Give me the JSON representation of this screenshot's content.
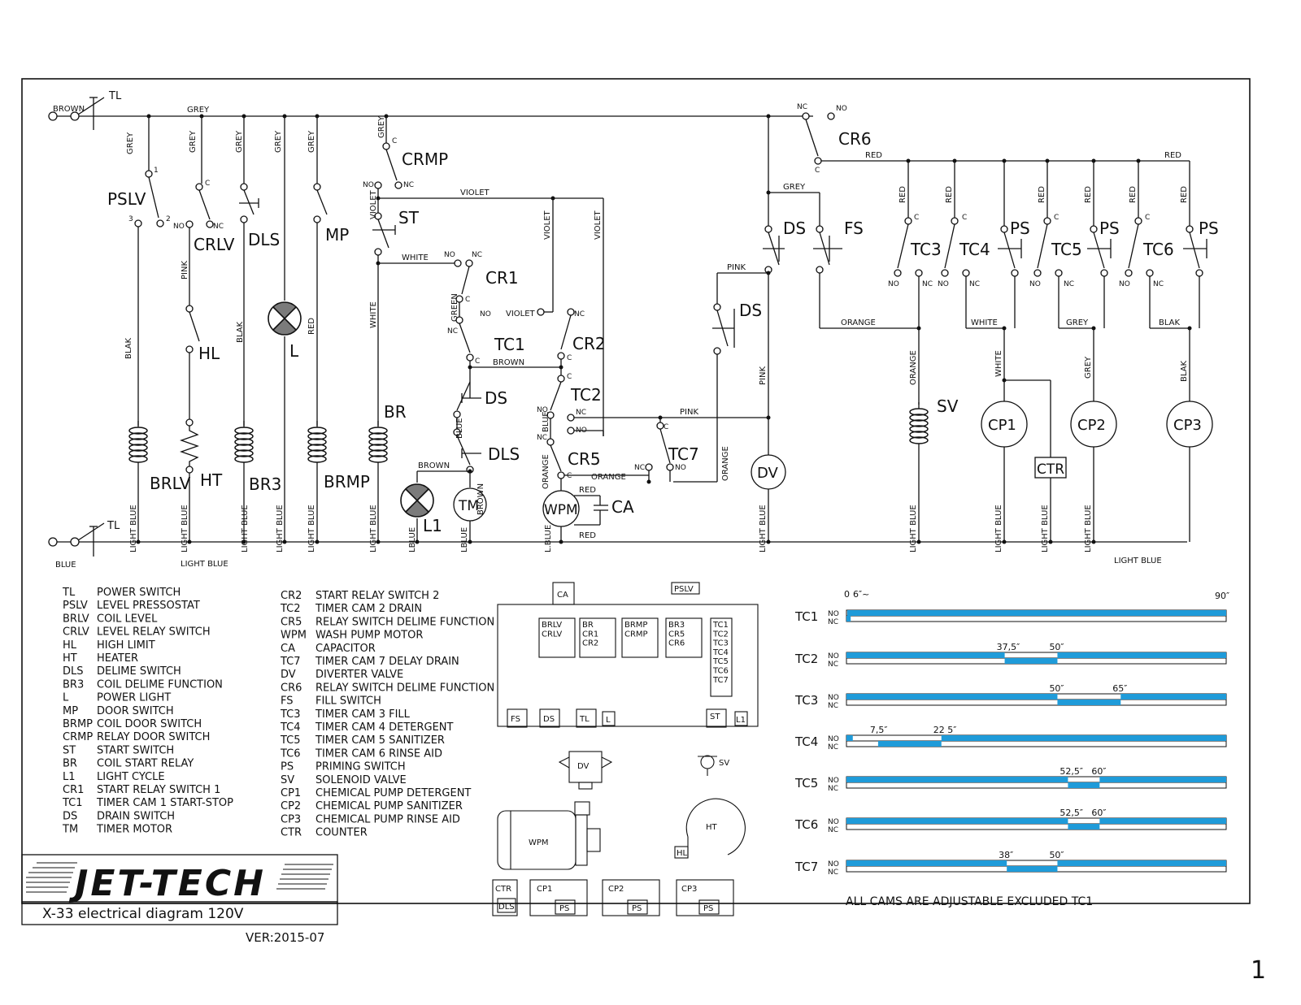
{
  "title": "X-33 electrical diagram 120V",
  "version": "VER:2015-07",
  "page_number": "1",
  "logo_text": "JET-TECH",
  "colors": {
    "timing_bar": "#1f9bd9",
    "line": "#111111"
  },
  "wires": {
    "brown": "BROWN",
    "grey": "GREY",
    "blue": "BLUE",
    "light_blue": "LIGHT BLUE",
    "blak": "BLAK",
    "pink": "PINK",
    "red": "RED",
    "white": "WHITE",
    "violet": "VIOLET",
    "green": "GREEN",
    "orange": "ORANGE",
    "lblue": "L.BLUE",
    "lblue2": "LBLUE"
  },
  "terminals": {
    "nc": "NC",
    "no": "NO",
    "c": "C",
    "one": "1",
    "two": "2",
    "three": "3"
  },
  "components": {
    "tl": "TL",
    "pslv": "PSLV",
    "crlv": "CRLV",
    "dls": "DLS",
    "mp": "MP",
    "crmp": "CRMP",
    "st": "ST",
    "cr1": "CR1",
    "tc1": "TC1",
    "cr2": "CR2",
    "tc2": "TC2",
    "cr5": "CR5",
    "tc7": "TC7",
    "ds": "DS",
    "fs": "FS",
    "cr6": "CR6",
    "tc3": "TC3",
    "tc4": "TC4",
    "tc5": "TC5",
    "tc6": "TC6",
    "ps": "PS",
    "hl": "HL",
    "l": "L",
    "br": "BR",
    "brlv": "BRLV",
    "ht": "HT",
    "br3": "BR3",
    "brmp": "BRMP",
    "l1": "L1",
    "tm": "TM",
    "wpm": "WPM",
    "ca": "CA",
    "dv": "DV",
    "sv": "SV",
    "cp1": "CP1",
    "cp2": "CP2",
    "cp3": "CP3",
    "ctr": "CTR"
  },
  "legend_left": [
    {
      "code": "TL",
      "desc": "POWER SWITCH"
    },
    {
      "code": "PSLV",
      "desc": "LEVEL PRESSOSTAT"
    },
    {
      "code": "BRLV",
      "desc": "COIL LEVEL"
    },
    {
      "code": "CRLV",
      "desc": "LEVEL RELAY SWITCH"
    },
    {
      "code": "HL",
      "desc": "HIGH LIMIT"
    },
    {
      "code": "HT",
      "desc": "HEATER"
    },
    {
      "code": "DLS",
      "desc": "DELIME SWITCH"
    },
    {
      "code": "BR3",
      "desc": "COIL DELIME FUNCTION"
    },
    {
      "code": "L",
      "desc": "POWER LIGHT"
    },
    {
      "code": "MP",
      "desc": "DOOR SWITCH"
    },
    {
      "code": "BRMP",
      "desc": "COIL DOOR SWITCH"
    },
    {
      "code": "CRMP",
      "desc": "RELAY DOOR SWITCH"
    },
    {
      "code": "ST",
      "desc": "START SWITCH"
    },
    {
      "code": "BR",
      "desc": "COIL START RELAY"
    },
    {
      "code": "L1",
      "desc": "LIGHT CYCLE"
    },
    {
      "code": "CR1",
      "desc": "START RELAY SWITCH 1"
    },
    {
      "code": "TC1",
      "desc": "TIMER CAM 1 START-STOP"
    },
    {
      "code": "DS",
      "desc": "DRAIN SWITCH"
    },
    {
      "code": "TM",
      "desc": "TIMER MOTOR"
    }
  ],
  "legend_right": [
    {
      "code": "CR2",
      "desc": "START RELAY SWITCH 2"
    },
    {
      "code": "TC2",
      "desc": "TIMER CAM 2 DRAIN"
    },
    {
      "code": "CR5",
      "desc": "RELAY SWITCH DELIME FUNCTION"
    },
    {
      "code": "WPM",
      "desc": "WASH PUMP MOTOR"
    },
    {
      "code": "CA",
      "desc": "CAPACITOR"
    },
    {
      "code": "TC7",
      "desc": "TIMER CAM 7 DELAY DRAIN"
    },
    {
      "code": "DV",
      "desc": "DIVERTER VALVE"
    },
    {
      "code": "CR6",
      "desc": "RELAY SWITCH DELIME FUNCTION"
    },
    {
      "code": "FS",
      "desc": "FILL SWITCH"
    },
    {
      "code": "TC3",
      "desc": "TIMER CAM 3 FILL"
    },
    {
      "code": "TC4",
      "desc": "TIMER CAM 4 DETERGENT"
    },
    {
      "code": "TC5",
      "desc": "TIMER CAM 5 SANITIZER"
    },
    {
      "code": "TC6",
      "desc": "TIMER CAM 6 RINSE AID"
    },
    {
      "code": "PS",
      "desc": "PRIMING SWITCH"
    },
    {
      "code": "SV",
      "desc": "SOLENOID VALVE"
    },
    {
      "code": "CP1",
      "desc": "CHEMICAL PUMP DETERGENT"
    },
    {
      "code": "CP2",
      "desc": "CHEMICAL PUMP SANITIZER"
    },
    {
      "code": "CP3",
      "desc": "CHEMICAL PUMP RINSE AID"
    },
    {
      "code": "CTR",
      "desc": "COUNTER"
    }
  ],
  "layout_labels": {
    "ca": "CA",
    "pslv": "PSLV",
    "boxes": [
      [
        "BRLV",
        "CRLV"
      ],
      [
        "BR",
        "CR1",
        "CR2"
      ],
      [
        "BRMP",
        "CRMP"
      ],
      [
        "BR3",
        "CR5",
        "CR6"
      ],
      [
        "TC1",
        "TC2",
        "TC3",
        "TC4",
        "TC5",
        "TC6",
        "TC7"
      ]
    ],
    "bottom_row": [
      "FS",
      "DS",
      "TL",
      "L",
      "ST",
      "L1"
    ],
    "dv": "DV",
    "sv": "SV",
    "wpm": "WPM",
    "ht": "HT",
    "hl": "HL",
    "bottom_boxes": [
      {
        "top": "CTR",
        "bottom": "DLS"
      },
      {
        "top": "CP1",
        "bottom": "PS"
      },
      {
        "top": "CP2",
        "bottom": "PS"
      },
      {
        "top": "CP3",
        "bottom": "PS"
      }
    ]
  },
  "timing": {
    "start_label": "0",
    "start_label2": "6″~",
    "end_label": "90″",
    "no": "NO",
    "nc": "NC",
    "note": "ALL CAMS ARE ADJUSTABLE EXCLUDED TC1",
    "cams": [
      {
        "name": "TC1",
        "no_on": [
          [
            0.2,
            90
          ]
        ],
        "nc_on": [
          [
            0,
            1
          ]
        ],
        "marks": []
      },
      {
        "name": "TC2",
        "no_on": [
          [
            0,
            37.5
          ],
          [
            50,
            90
          ]
        ],
        "nc_on": [
          [
            37.5,
            50
          ]
        ],
        "marks": [
          {
            "at": 37.5,
            "text": "37,5″"
          },
          {
            "at": 50,
            "text": "50″"
          }
        ]
      },
      {
        "name": "TC3",
        "no_on": [
          [
            0,
            50
          ],
          [
            65,
            90
          ]
        ],
        "nc_on": [
          [
            50,
            65
          ]
        ],
        "marks": [
          {
            "at": 50,
            "text": "50″"
          },
          {
            "at": 65,
            "text": "65″"
          }
        ]
      },
      {
        "name": "TC4",
        "no_on": [
          [
            0,
            1.5
          ],
          [
            22.5,
            90
          ]
        ],
        "nc_on": [
          [
            7.5,
            22.5
          ]
        ],
        "marks": [
          {
            "at": 7.5,
            "text": "7,5″"
          },
          {
            "at": 22.5,
            "text": "22 5″"
          }
        ]
      },
      {
        "name": "TC5",
        "no_on": [
          [
            0,
            52.5
          ],
          [
            60,
            90
          ]
        ],
        "nc_on": [
          [
            52.5,
            60
          ]
        ],
        "marks": [
          {
            "at": 52.5,
            "text": "52,5″"
          },
          {
            "at": 60,
            "text": "60″"
          }
        ]
      },
      {
        "name": "TC6",
        "no_on": [
          [
            0,
            52.5
          ],
          [
            60,
            90
          ]
        ],
        "nc_on": [
          [
            52.5,
            60
          ]
        ],
        "marks": [
          {
            "at": 52.5,
            "text": "52,5″"
          },
          {
            "at": 60,
            "text": "60″"
          }
        ]
      },
      {
        "name": "TC7",
        "no_on": [
          [
            0,
            38
          ],
          [
            50,
            90
          ]
        ],
        "nc_on": [
          [
            38,
            50
          ]
        ],
        "marks": [
          {
            "at": 38,
            "text": "38″"
          },
          {
            "at": 50,
            "text": "50″"
          }
        ]
      }
    ]
  }
}
